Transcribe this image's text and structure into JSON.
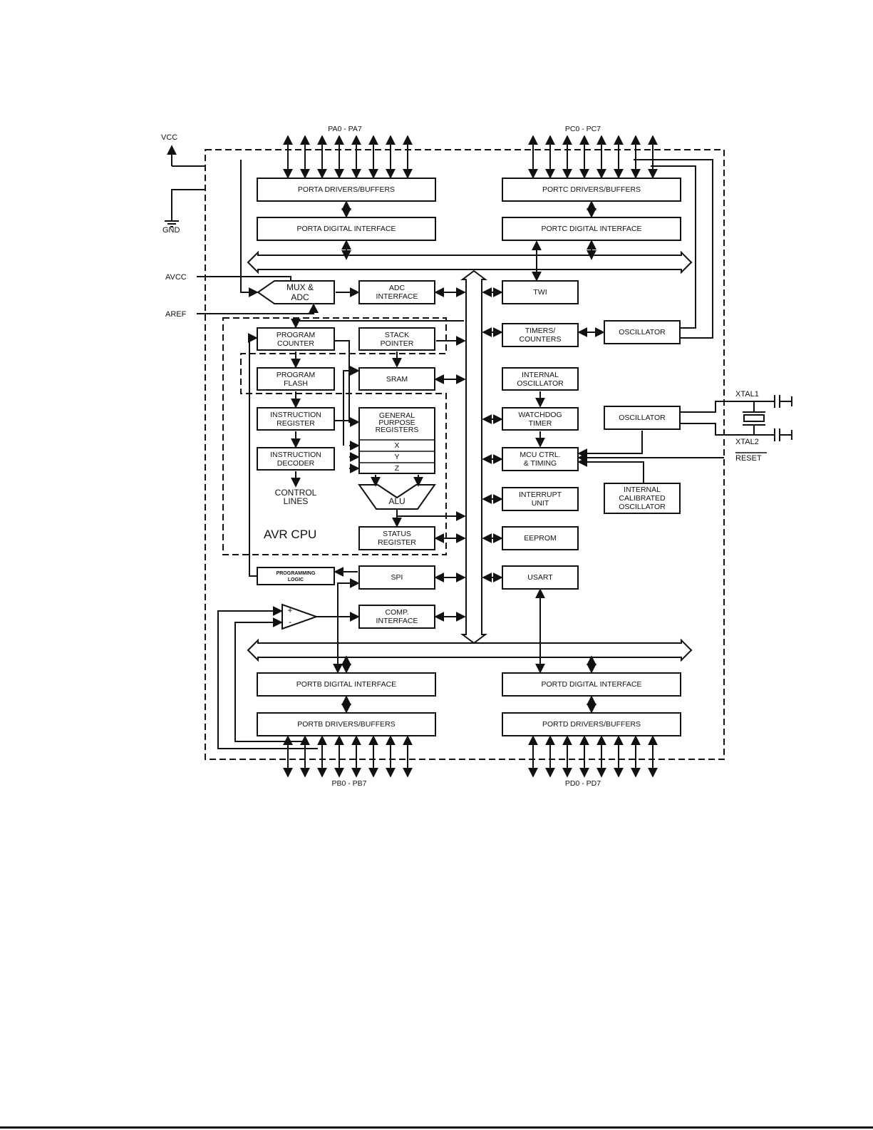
{
  "pins": {
    "vcc": "VCC",
    "gnd": "GND",
    "avcc": "AVCC",
    "aref": "AREF",
    "porta": "PA0 - PA7",
    "portc": "PC0 - PC7",
    "portb": "PB0 - PB7",
    "portd": "PD0 - PD7",
    "xtal1": "XTAL1",
    "xtal2": "XTAL2",
    "reset": "RESET"
  },
  "blocks": {
    "porta_drivers": "PORTA DRIVERS/BUFFERS",
    "porta_interface": "PORTA DIGITAL INTERFACE",
    "portc_drivers": "PORTC DRIVERS/BUFFERS",
    "portc_interface": "PORTC DIGITAL INTERFACE",
    "mux_l1": "MUX &",
    "mux_l2": "ADC",
    "adc_l1": "ADC",
    "adc_l2": "INTERFACE",
    "twi": "TWI",
    "pc_l1": "PROGRAM",
    "pc_l2": "COUNTER",
    "sp_l1": "STACK",
    "sp_l2": "POINTER",
    "timers_l1": "TIMERS/",
    "timers_l2": "COUNTERS",
    "osc_top": "OSCILLATOR",
    "pf_l1": "PROGRAM",
    "pf_l2": "FLASH",
    "sram": "SRAM",
    "intosc_l1": "INTERNAL",
    "intosc_l2": "OSCILLATOR",
    "ir_l1": "INSTRUCTION",
    "ir_l2": "REGISTER",
    "gpr_l1": "GENERAL",
    "gpr_l2": "PURPOSE",
    "gpr_l3": "REGISTERS",
    "reg_x": "X",
    "reg_y": "Y",
    "reg_z": "Z",
    "wdt_l1": "WATCHDOG",
    "wdt_l2": "TIMER",
    "osc_mid": "OSCILLATOR",
    "id_l1": "INSTRUCTION",
    "id_l2": "DECODER",
    "mcu_l1": "MCU CTRL.",
    "mcu_l2": "& TIMING",
    "cl_l1": "CONTROL",
    "cl_l2": "LINES",
    "alu": "ALU",
    "int_l1": "INTERRUPT",
    "int_l2": "UNIT",
    "cal_l1": "INTERNAL",
    "cal_l2": "CALIBRATED",
    "cal_l3": "OSCILLATOR",
    "avr_cpu": "AVR CPU",
    "sr_l1": "STATUS",
    "sr_l2": "REGISTER",
    "eeprom": "EEPROM",
    "pl_l1": "PROGRAMMING",
    "pl_l2": "LOGIC",
    "spi": "SPI",
    "usart": "USART",
    "comp_l1": "COMP.",
    "comp_l2": "INTERFACE",
    "plus": "+",
    "minus": "-",
    "portb_interface": "PORTB DIGITAL INTERFACE",
    "portd_interface": "PORTD DIGITAL INTERFACE",
    "portb_drivers": "PORTB DRIVERS/BUFFERS",
    "portd_drivers": "PORTD DRIVERS/BUFFERS"
  }
}
